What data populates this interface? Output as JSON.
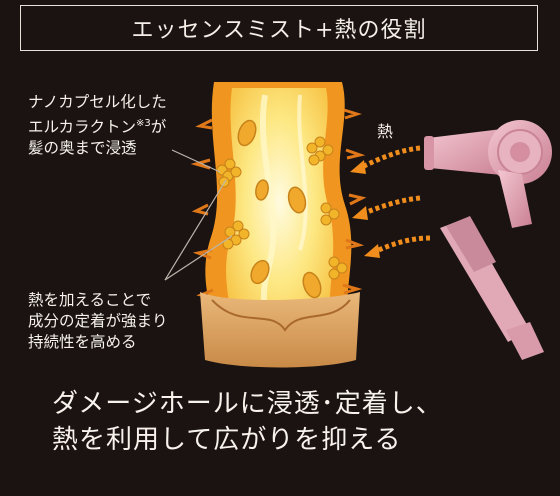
{
  "title": "エッセンスミスト+熱の役割",
  "label_top": {
    "line1": "ナノカプセル化した",
    "line2": "エルカラクトン",
    "note": "※3",
    "line2b": "が",
    "line3": "髪の奥まで浸透"
  },
  "label_bottom": {
    "line1": "熱を加えることで",
    "line2": "成分の定着が強まり",
    "line3": "持続性を高める"
  },
  "heat_label": "熱",
  "caption": {
    "line1": "ダメージホールに浸透･定着し、",
    "line2": "熱を利用して広がりを抑える"
  },
  "colors": {
    "background": "#1a1311",
    "hair_outer": "#f0951f",
    "hair_inner": "#fff6b0",
    "capsule": "#f2b52a",
    "dryer": "#e3a3b2",
    "heat_arrow": "#f08d1c"
  },
  "icons": [
    "hair-strand-illustration",
    "hair-dryer-icon",
    "hair-iron-icon",
    "heat-arrow-icon"
  ]
}
